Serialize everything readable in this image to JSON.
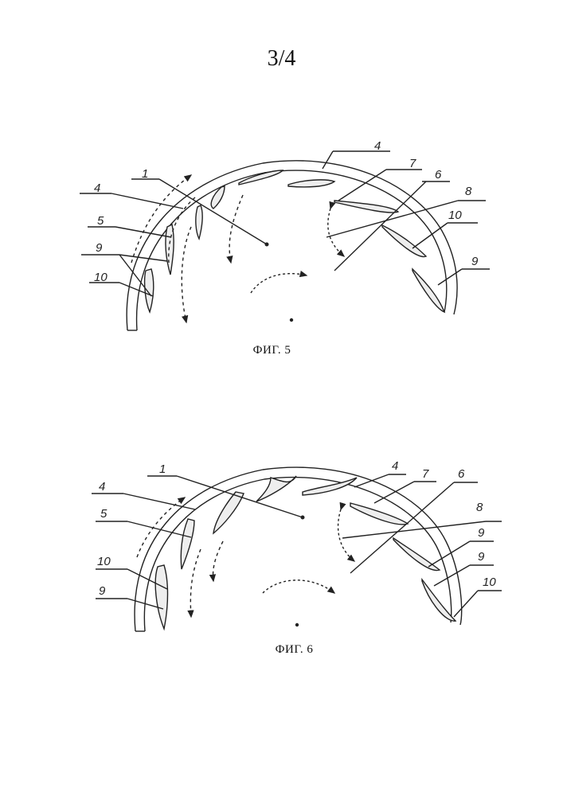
{
  "page_number": "3/4",
  "figures": [
    {
      "caption": "ФИГ. 5",
      "labels": {
        "l4_top": "4",
        "l1": "1",
        "l4_left": "4",
        "l5": "5",
        "l9_left": "9",
        "l10_left": "10",
        "l7": "7",
        "l6": "6",
        "l8": "8",
        "l10_right": "10",
        "l9_right": "9"
      }
    },
    {
      "caption": "ФИГ. 6",
      "labels": {
        "l1": "1",
        "l4_left": "4",
        "l5": "5",
        "l10_left": "10",
        "l9_left": "9",
        "l4_top": "4",
        "l7": "7",
        "l6": "6",
        "l8": "8",
        "l9_a": "9",
        "l9_b": "9",
        "l10_right": "10"
      }
    }
  ]
}
